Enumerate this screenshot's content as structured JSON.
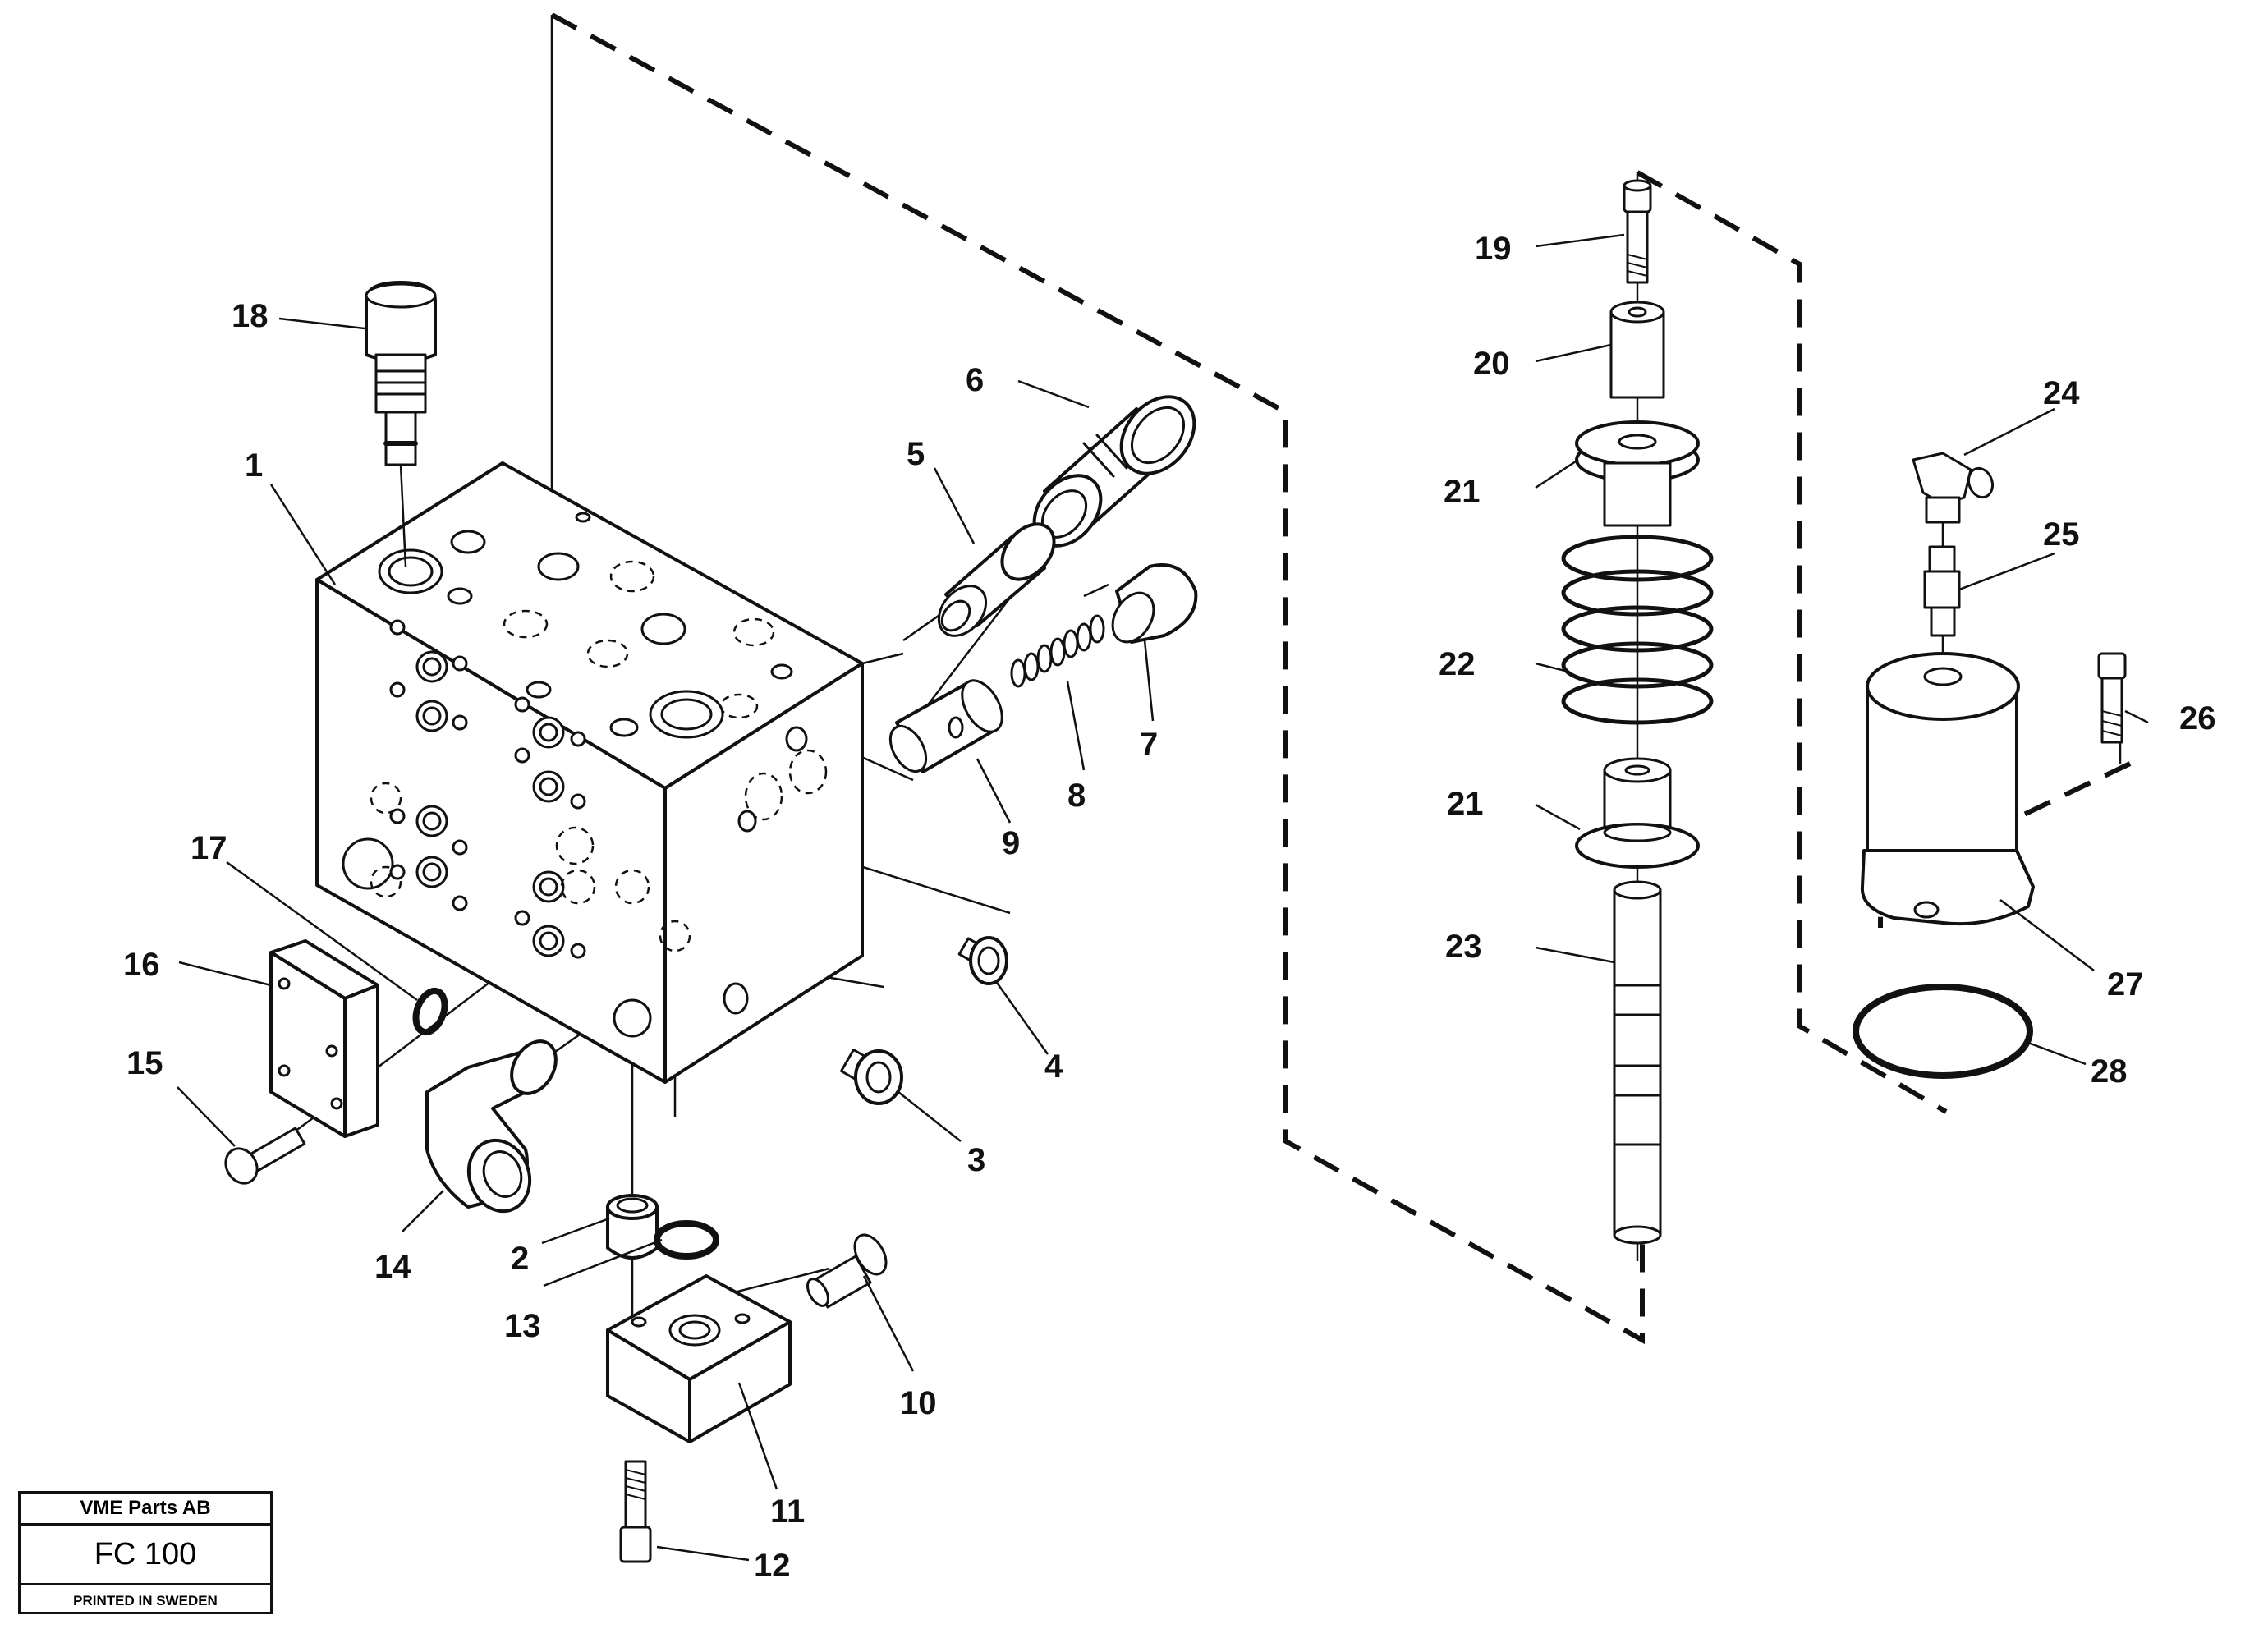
{
  "diagram": {
    "callouts": [
      {
        "id": "1",
        "label": "1"
      },
      {
        "id": "2",
        "label": "2"
      },
      {
        "id": "3",
        "label": "3"
      },
      {
        "id": "4",
        "label": "4"
      },
      {
        "id": "5",
        "label": "5"
      },
      {
        "id": "6",
        "label": "6"
      },
      {
        "id": "7",
        "label": "7"
      },
      {
        "id": "8",
        "label": "8"
      },
      {
        "id": "9",
        "label": "9"
      },
      {
        "id": "10",
        "label": "10"
      },
      {
        "id": "11",
        "label": "11"
      },
      {
        "id": "12",
        "label": "12"
      },
      {
        "id": "13",
        "label": "13"
      },
      {
        "id": "14",
        "label": "14"
      },
      {
        "id": "15",
        "label": "15"
      },
      {
        "id": "16",
        "label": "16"
      },
      {
        "id": "17",
        "label": "17"
      },
      {
        "id": "18",
        "label": "18"
      },
      {
        "id": "19",
        "label": "19"
      },
      {
        "id": "20",
        "label": "20"
      },
      {
        "id": "21a",
        "label": "21"
      },
      {
        "id": "21b",
        "label": "21"
      },
      {
        "id": "22",
        "label": "22"
      },
      {
        "id": "23",
        "label": "23"
      },
      {
        "id": "24",
        "label": "24"
      },
      {
        "id": "25",
        "label": "25"
      },
      {
        "id": "26",
        "label": "26"
      },
      {
        "id": "27",
        "label": "27"
      },
      {
        "id": "28",
        "label": "28"
      }
    ]
  },
  "title_block": {
    "company": "VME Parts AB",
    "code": "FC 100",
    "printed": "PRINTED IN SWEDEN"
  }
}
